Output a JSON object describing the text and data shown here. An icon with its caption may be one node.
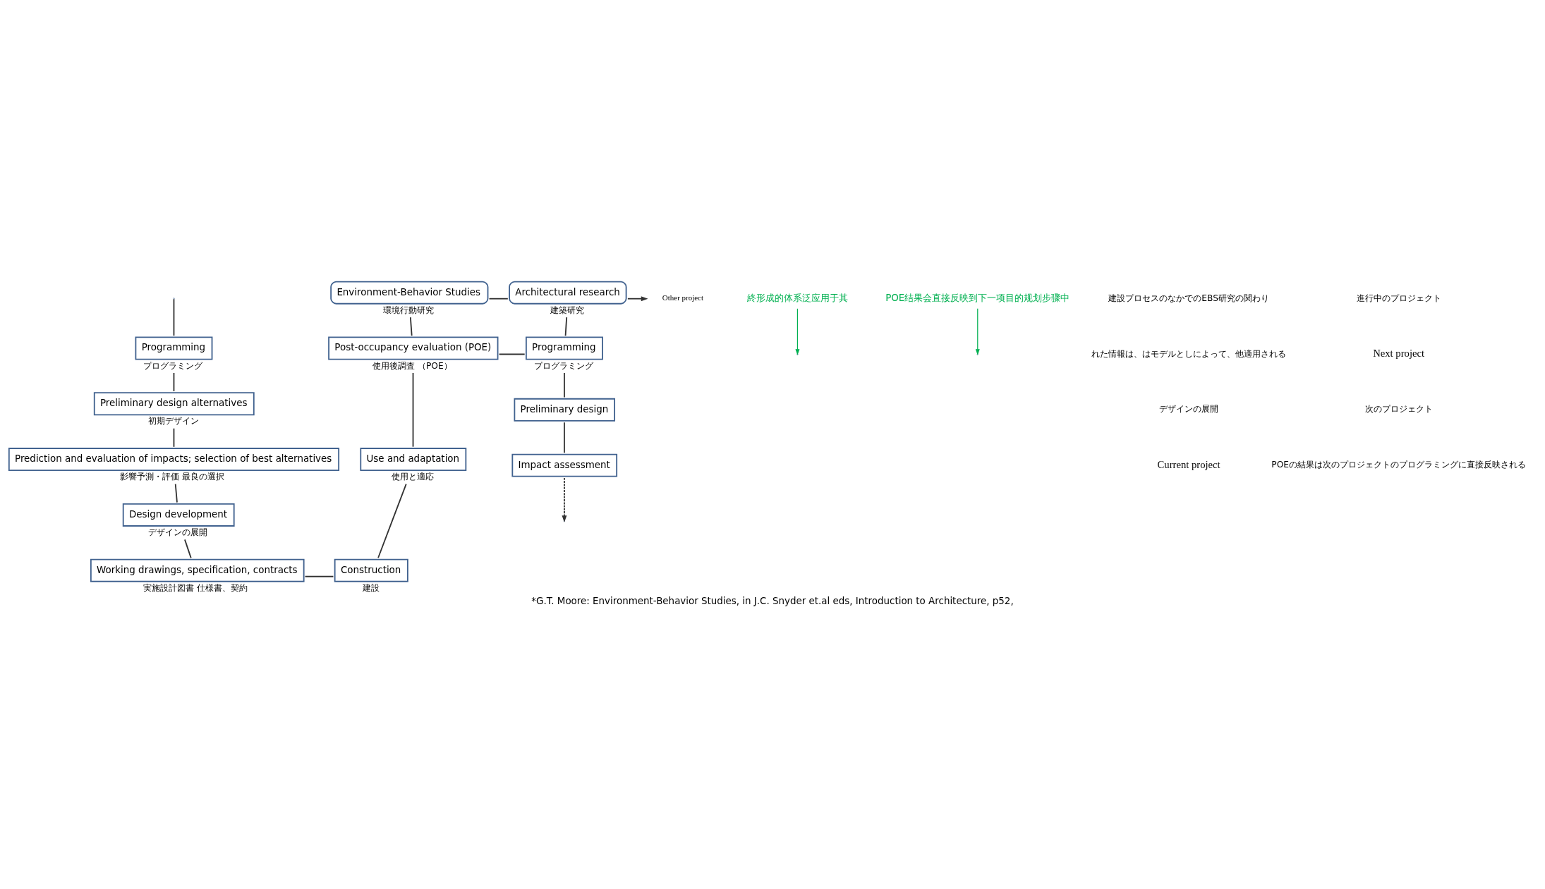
{
  "diagram": {
    "caption": "*G.T. Moore: Environment-Behavior Studies, in J.C. Snyder et.al eds, Introduction to Architecture, p52,",
    "nodes": [
      {
        "text": [
          "Environment-Behavior Studies"
        ],
        "beside": [
          "環境行動研究"
        ]
      },
      {
        "text": [
          "Architectural research"
        ],
        "beside": [
          "建築研究"
        ]
      },
      {
        "text": [
          "Other project"
        ]
      },
      {
        "text": [
          "Programming"
        ],
        "beside": [
          "プログラミング"
        ]
      },
      {
        "text": [
          "Preliminary design alternatives"
        ],
        "beside": [
          "初期デザイン"
        ]
      },
      {
        "text": [
          "Prediction and evaluation of impacts; selection of best alternatives"
        ],
        "beside": [
          "影響予測・評価 最良の選択"
        ]
      },
      {
        "text": [
          "Design development"
        ],
        "beside": [
          "デザインの展開"
        ]
      },
      {
        "text": [
          "Working drawings, specification, contracts"
        ],
        "beside": [
          "実施設計図書 仕様書、契約"
        ]
      },
      {
        "text": [
          "Construction"
        ],
        "beside": [
          "建設"
        ]
      },
      {
        "text": [
          "Use and adaptation"
        ],
        "beside": [
          "使用と適応"
        ]
      },
      {
        "text": [
          "Post-occupancy evaluation (POE)"
        ],
        "beside": [
          "使用後調査 （POE）"
        ]
      },
      {
        "text": [
          "Programming"
        ],
        "beside": [
          "プログラミング"
        ]
      },
      {
        "text": [
          "Preliminary design"
        ]
      },
      {
        "text": [
          "Impact assessment"
        ]
      },
      {
        "text": [
          "終形成的体系泛应用于其"
        ]
      },
      {
        "text": [
          "POE结果会直接反映到下一项目的规划步骤中"
        ]
      }
    ],
    "edges": [
      {
        "from": 0,
        "to": 1,
        "arrow": "none"
      },
      {
        "from": 1,
        "to": 2,
        "arrow": "to"
      },
      {
        "from": 1,
        "to": 11,
        "arrow": "none"
      },
      {
        "from": null,
        "to": 3,
        "arrow": "none"
      },
      {
        "from": 3,
        "to": 4,
        "arrow": "none"
      },
      {
        "from": 4,
        "to": 5,
        "arrow": "none"
      },
      {
        "from": 5,
        "to": 6,
        "arrow": "none"
      },
      {
        "from": 6,
        "to": 7,
        "arrow": "none"
      },
      {
        "from": 7,
        "to": 8,
        "arrow": "none"
      },
      {
        "from": 8,
        "to": 9,
        "arrow": "none"
      },
      {
        "from": 9,
        "to": 10,
        "arrow": "none"
      },
      {
        "from": 10,
        "to": 0,
        "arrow": "none"
      },
      {
        "from": 10,
        "to": 11,
        "arrow": "none"
      },
      {
        "from": 11,
        "to": 12,
        "arrow": "none"
      },
      {
        "from": 12,
        "to": 13,
        "arrow": "none"
      },
      {
        "from": 13,
        "to": null,
        "arrow": "to",
        "style": "dashed"
      },
      {
        "from": 14,
        "to": null,
        "arrow": "to",
        "color": "#00b050"
      },
      {
        "from": 15,
        "to": null,
        "arrow": "to",
        "color": "#00b050"
      }
    ],
    "labels": [
      "建設プロセスのなかでのEBS研究の関わり",
      "れた情報は、はモデルとしによって、他適用される",
      "デザインの展開",
      "Current project",
      "進行中のプロジェクト",
      "Next project",
      "次のプロジェクト",
      "POEの結果は次のプロジェクトのプログラミングに直接反映される"
    ]
  }
}
